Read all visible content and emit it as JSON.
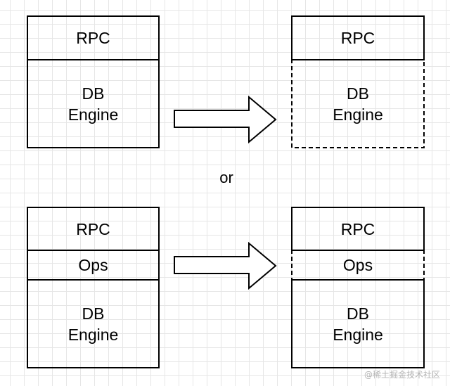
{
  "diagram": {
    "top_left": {
      "rpc": "RPC",
      "db_engine": "DB\nEngine"
    },
    "top_right": {
      "rpc": "RPC",
      "db_engine": "DB\nEngine"
    },
    "separator": "or",
    "bottom_left": {
      "rpc": "RPC",
      "ops": "Ops",
      "db_engine": "DB\nEngine"
    },
    "bottom_right": {
      "rpc": "RPC",
      "ops": "Ops",
      "db_engine": "DB\nEngine"
    }
  },
  "watermark": "@稀土掘金技术社区"
}
